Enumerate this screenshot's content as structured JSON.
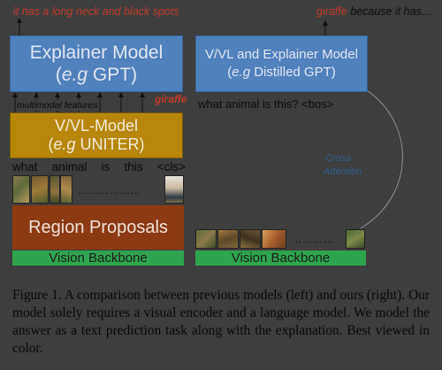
{
  "top_left_output": "it has a long neck and black spots",
  "top_right_output_word": "giraffe",
  "top_right_output_rest": " because it has…",
  "explainer_model": {
    "line1": "Explainer Model",
    "line2_prefix": "(",
    "line2_italic": "e.g",
    "line2_suffix": " GPT)"
  },
  "multimodal_features": "multimodal features",
  "giraffe_label": "giraffe",
  "vvl_model": {
    "line1": "V/VL-Model",
    "line2_prefix": "(",
    "line2_italic": "e.g",
    "line2_suffix": " UNITER)"
  },
  "question_tokens_left": [
    "what",
    "animal",
    "is",
    "this",
    "<cls>"
  ],
  "region_proposals": "Region Proposals",
  "vision_backbone_left": "Vision Backbone",
  "vision_backbone_right": "Vision Backbone",
  "right_model": {
    "line1": "V/VL and Explainer Model",
    "line2_prefix": "(",
    "line2_italic": "e.g",
    "line2_suffix": " Distilled GPT)"
  },
  "right_question": "what animal is this? <bos>",
  "cross_attention_line1": "Cross-",
  "cross_attention_line2": "Attention",
  "dots_left": "………………",
  "dots_right": "…………",
  "caption": "Figure 1. A comparison between previous models (left) and ours (right). Our model solely requires a visual encoder and a language model. We model the answer as a text prediction task along with the explanation. Best viewed in color.",
  "colors": {
    "explainer_blue": "#4f81bd",
    "vvl_gold": "#b8860b",
    "region_brown": "#8b3a12",
    "backbone_green": "#2ea44f",
    "answer_red": "#c0392b"
  }
}
